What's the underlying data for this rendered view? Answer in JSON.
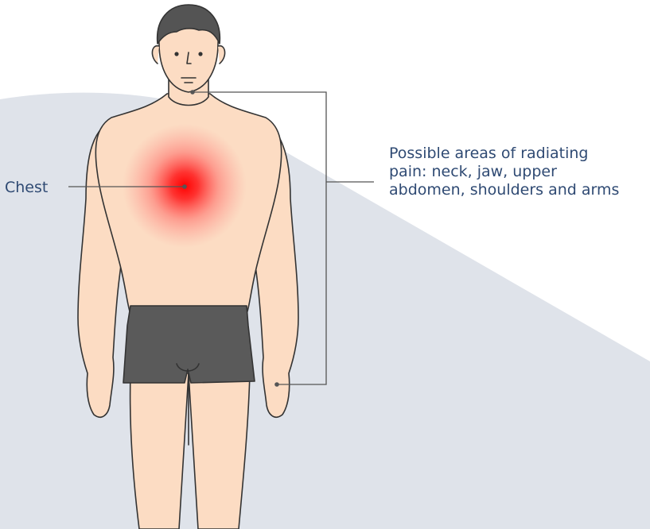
{
  "labels": {
    "chest": "Chest",
    "radiating": {
      "lines": [
        "Possible areas of radiating",
        "pain: neck, jaw, upper",
        "abdomen, shoulders and arms"
      ]
    }
  },
  "colors": {
    "background_shape": "#dfe3ea",
    "skin": "#fcdcc3",
    "outline": "#333333",
    "hair": "#545454",
    "underwear": "#5a5a5a",
    "pain": "#ff1a1a",
    "label_text": "#2f4a73",
    "leader_line": "#555555"
  },
  "icons": {
    "figure": "human-body-front",
    "pain_marker": "red-glow"
  }
}
